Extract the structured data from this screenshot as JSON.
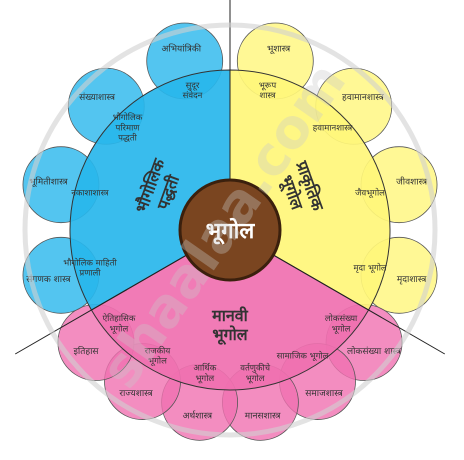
{
  "center": {
    "label": "भूगोल"
  },
  "sectors": [
    {
      "key": "physical",
      "title_lines": [
        "प्राकृतिक",
        "भूगोल"
      ],
      "color": "#fff67a"
    },
    {
      "key": "human",
      "title_lines": [
        "मानवी",
        "भूगोल"
      ],
      "color": "#f070b0"
    },
    {
      "key": "techniques",
      "title_lines": [
        "भौगोलिक",
        "पद्धती"
      ],
      "color": "#28b6ec"
    }
  ],
  "petals": {
    "physical": [
      {
        "outer": "भूशास्त्र",
        "inner": [
          "भूरूप",
          "शास्त्र"
        ]
      },
      {
        "outer": "हवामानशास्त्र",
        "inner": [
          "हवामानशास्त्र"
        ]
      },
      {
        "outer": "जीवशास्त्र",
        "inner": [
          "जैवभूगोल"
        ]
      },
      {
        "outer": "मृदाशास्त्र",
        "inner": [
          "मृदा भूगोल"
        ]
      }
    ],
    "human": [
      {
        "outer": "लोकसंख्या शास्त्र",
        "inner": [
          "लोकसंख्या",
          "भूगोल"
        ]
      },
      {
        "outer": "समाजशास्त्र",
        "inner": [
          "सामाजिक भूगोल"
        ]
      },
      {
        "outer": "मानसशास्त्र",
        "inner": [
          "वर्तणुकीचे",
          "भूगोल"
        ]
      },
      {
        "outer": "अर्थशास्त्र",
        "inner": [
          "आर्थिक",
          "भूगोल"
        ]
      },
      {
        "outer": "राज्यशास्त्र",
        "inner": [
          "राजकीय",
          "भूगोल"
        ]
      },
      {
        "outer": "इतिहास",
        "inner": [
          "ऐतिहासिक",
          "भूगोल"
        ]
      }
    ],
    "techniques": [
      {
        "outer": "संगणक शास्त्र",
        "inner": [
          "भौगोलिक माहिती",
          "प्रणाली"
        ]
      },
      {
        "outer": "भूमितीशास्त्र",
        "inner": [
          "नकाशाशास्त्र"
        ]
      },
      {
        "outer": "संख्याशास्त्र",
        "inner": [
          "भौगोलिक",
          "परिमाण",
          "पद्धती"
        ]
      },
      {
        "outer": "अभियांत्रिकी",
        "inner": [
          "सुदूर",
          "संवेदन"
        ]
      }
    ]
  },
  "watermark": {
    "text": "shaalaa.com"
  }
}
